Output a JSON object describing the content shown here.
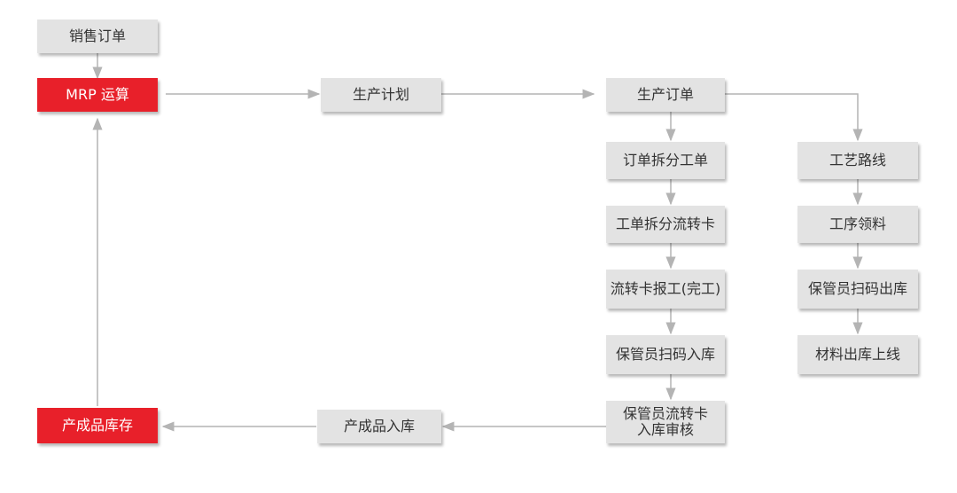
{
  "colors": {
    "node_fill": "#e3e3e3",
    "node_text": "#333333",
    "highlight_fill": "#e8202a",
    "highlight_text": "#ffffff",
    "connector": "#b4b4b4"
  },
  "nodes": {
    "sales_order": "销售订单",
    "mrp": "MRP 运算",
    "production_plan": "生产计划",
    "production_order": "生产订单",
    "split_work_order": "订单拆分工单",
    "split_flow_card": "工单拆分流转卡",
    "flow_card_report": "流转卡报工(完工)",
    "keeper_scan_in": "保管员扫码入库",
    "keeper_flow_card_review": "保管员流转卡\n入库审核",
    "product_in": "产成品入库",
    "product_stock": "产成品库存",
    "process_route": "工艺路线",
    "process_material": "工序领料",
    "keeper_scan_out": "保管员扫码出库",
    "material_online": "材料出库上线"
  }
}
